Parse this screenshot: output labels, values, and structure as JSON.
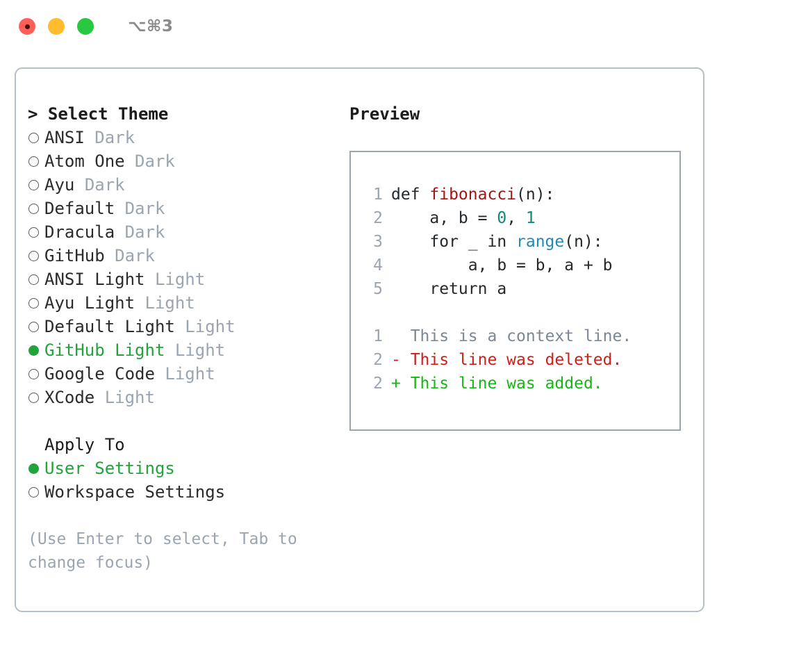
{
  "titlebar": {
    "shortcut": "⌥⌘3",
    "buttons": [
      {
        "name": "close",
        "color": "#ff5f57"
      },
      {
        "name": "minimize",
        "color": "#febc2e"
      },
      {
        "name": "maximize",
        "color": "#28c840"
      }
    ]
  },
  "theme_list": {
    "heading": "> Select Theme",
    "items": [
      {
        "label": "ANSI",
        "tag": "Dark",
        "selected": false
      },
      {
        "label": "Atom One",
        "tag": "Dark",
        "selected": false
      },
      {
        "label": "Ayu",
        "tag": "Dark",
        "selected": false
      },
      {
        "label": "Default",
        "tag": "Dark",
        "selected": false
      },
      {
        "label": "Dracula",
        "tag": "Dark",
        "selected": false
      },
      {
        "label": "GitHub",
        "tag": "Dark",
        "selected": false
      },
      {
        "label": "ANSI Light",
        "tag": "Light",
        "selected": false
      },
      {
        "label": "Ayu Light",
        "tag": "Light",
        "selected": false
      },
      {
        "label": "Default Light",
        "tag": "Light",
        "selected": false
      },
      {
        "label": "GitHub Light",
        "tag": "Light",
        "selected": true
      },
      {
        "label": "Google Code",
        "tag": "Light",
        "selected": false
      },
      {
        "label": "XCode",
        "tag": "Light",
        "selected": false
      }
    ]
  },
  "apply_to": {
    "heading": "Apply To",
    "items": [
      {
        "label": "User Settings",
        "selected": true
      },
      {
        "label": "Workspace Settings",
        "selected": false
      }
    ]
  },
  "hint": "(Use Enter to select, Tab to change focus)",
  "preview": {
    "title": "Preview",
    "code_lines": [
      {
        "num": "1",
        "tokens": [
          {
            "text": "def ",
            "type": "plain"
          },
          {
            "text": "fibonacci",
            "type": "function"
          },
          {
            "text": "(n):",
            "type": "plain"
          }
        ]
      },
      {
        "num": "2",
        "tokens": [
          {
            "text": "    a, b = ",
            "type": "plain"
          },
          {
            "text": "0",
            "type": "number"
          },
          {
            "text": ", ",
            "type": "plain"
          },
          {
            "text": "1",
            "type": "number"
          }
        ]
      },
      {
        "num": "3",
        "tokens": [
          {
            "text": "    for _ in ",
            "type": "plain"
          },
          {
            "text": "range",
            "type": "call"
          },
          {
            "text": "(n):",
            "type": "plain"
          }
        ]
      },
      {
        "num": "4",
        "tokens": [
          {
            "text": "        a, b = b, a + b",
            "type": "plain"
          }
        ]
      },
      {
        "num": "5",
        "tokens": [
          {
            "text": "    return a",
            "type": "plain"
          }
        ]
      }
    ],
    "diff_lines": [
      {
        "num": "1",
        "marker": " ",
        "text": " This is a context line.",
        "type": "context"
      },
      {
        "num": "2",
        "marker": "-",
        "text": " This line was deleted.",
        "type": "deleted"
      },
      {
        "num": "2",
        "marker": "+",
        "text": " This line was added.",
        "type": "added"
      }
    ]
  },
  "colors": {
    "selected_green": "#22a33c",
    "muted": "#9aa5b1",
    "border": "#b6bec9",
    "diff_added": "#14b814",
    "diff_deleted": "#cc2018",
    "diff_context": "#7b8794"
  }
}
